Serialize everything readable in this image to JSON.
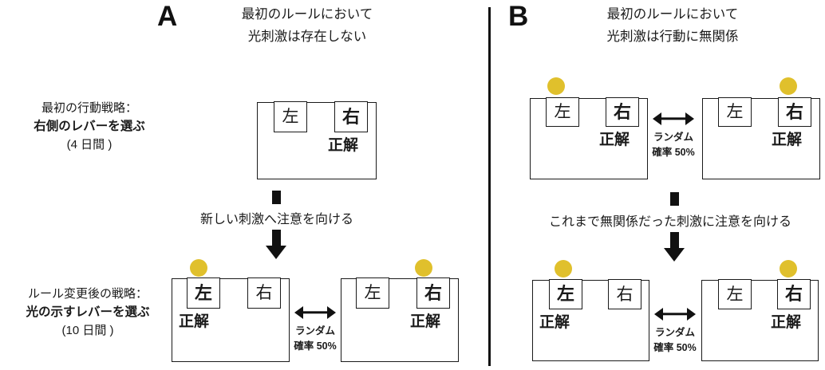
{
  "figure": {
    "divider_color": "#111111",
    "light_color": "#e0c02c",
    "line_color": "#1a1a1a"
  },
  "panels": [
    {
      "letter": "A",
      "title_line1": "最初のルールにおいて",
      "title_line2": "光刺激は存在しない",
      "phase1": {
        "caption_line1": "最初の行動戦略：",
        "caption_line2": "右側のレバーを選ぶ",
        "caption_line3": "(4 日間 )",
        "chambers": [
          {
            "left_lever": "左",
            "right_lever": "右",
            "correct_label": "正解",
            "correct_side": "right",
            "bold_lever": "right",
            "light": "none"
          }
        ],
        "random_label_line1": "",
        "random_label_line2": ""
      },
      "transition_text": "新しい刺激へ注意を向ける",
      "phase2": {
        "caption_line1": "ルール変更後の戦略：",
        "caption_line2": "光の示すレバーを選ぶ",
        "caption_line3": "(10 日間 )",
        "chambers": [
          {
            "left_lever": "左",
            "right_lever": "右",
            "correct_label": "正解",
            "correct_side": "left",
            "bold_lever": "left",
            "light": "left"
          },
          {
            "left_lever": "左",
            "right_lever": "右",
            "correct_label": "正解",
            "correct_side": "right",
            "bold_lever": "right",
            "light": "right"
          }
        ],
        "random_label_line1": "ランダム",
        "random_label_line2": "確率 50%"
      }
    },
    {
      "letter": "B",
      "title_line1": "最初のルールにおいて",
      "title_line2": "光刺激は行動に無関係",
      "phase1": {
        "chambers": [
          {
            "left_lever": "左",
            "right_lever": "右",
            "correct_label": "正解",
            "correct_side": "right",
            "bold_lever": "right",
            "light": "left"
          },
          {
            "left_lever": "左",
            "right_lever": "右",
            "correct_label": "正解",
            "correct_side": "right",
            "bold_lever": "right",
            "light": "right"
          }
        ],
        "random_label_line1": "ランダム",
        "random_label_line2": "確率 50%"
      },
      "transition_text": "これまで無関係だった刺激に注意を向ける",
      "phase2": {
        "chambers": [
          {
            "left_lever": "左",
            "right_lever": "右",
            "correct_label": "正解",
            "correct_side": "left",
            "bold_lever": "left",
            "light": "left"
          },
          {
            "left_lever": "左",
            "right_lever": "右",
            "correct_label": "正解",
            "correct_side": "right",
            "bold_lever": "right",
            "light": "right"
          }
        ],
        "random_label_line1": "ランダム",
        "random_label_line2": "確率 50%"
      }
    }
  ]
}
